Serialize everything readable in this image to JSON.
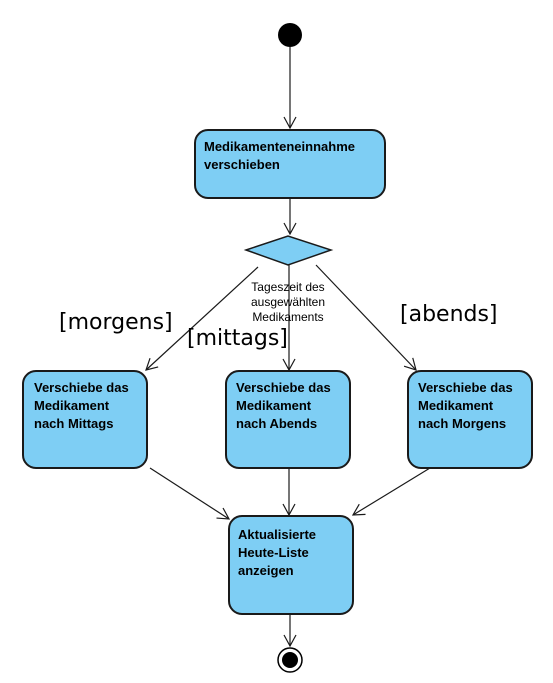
{
  "diagram": {
    "type": "uml-activity",
    "colors": {
      "node_fill": "#7ecef4",
      "stroke": "#1a1a1a",
      "initial": "#000000"
    },
    "activities": {
      "postpone": "Medikamenteneinnahme\nverschieben",
      "to_noon": "Verschiebe das\nMedikament\nnach Mittags",
      "to_evening": "Verschiebe das\nMedikament\nnach Abends",
      "to_morning": "Verschiebe das\nMedikament\nnach Morgens",
      "update_list": "Aktualisierte\nHeute-Liste\nanzeigen"
    },
    "decision": {
      "condition": "Tageszeit des\nausgewählten\nMedikaments"
    },
    "guards": {
      "morning": "[morgens]",
      "noon": "[mittags]",
      "evening": "[abends]"
    }
  }
}
